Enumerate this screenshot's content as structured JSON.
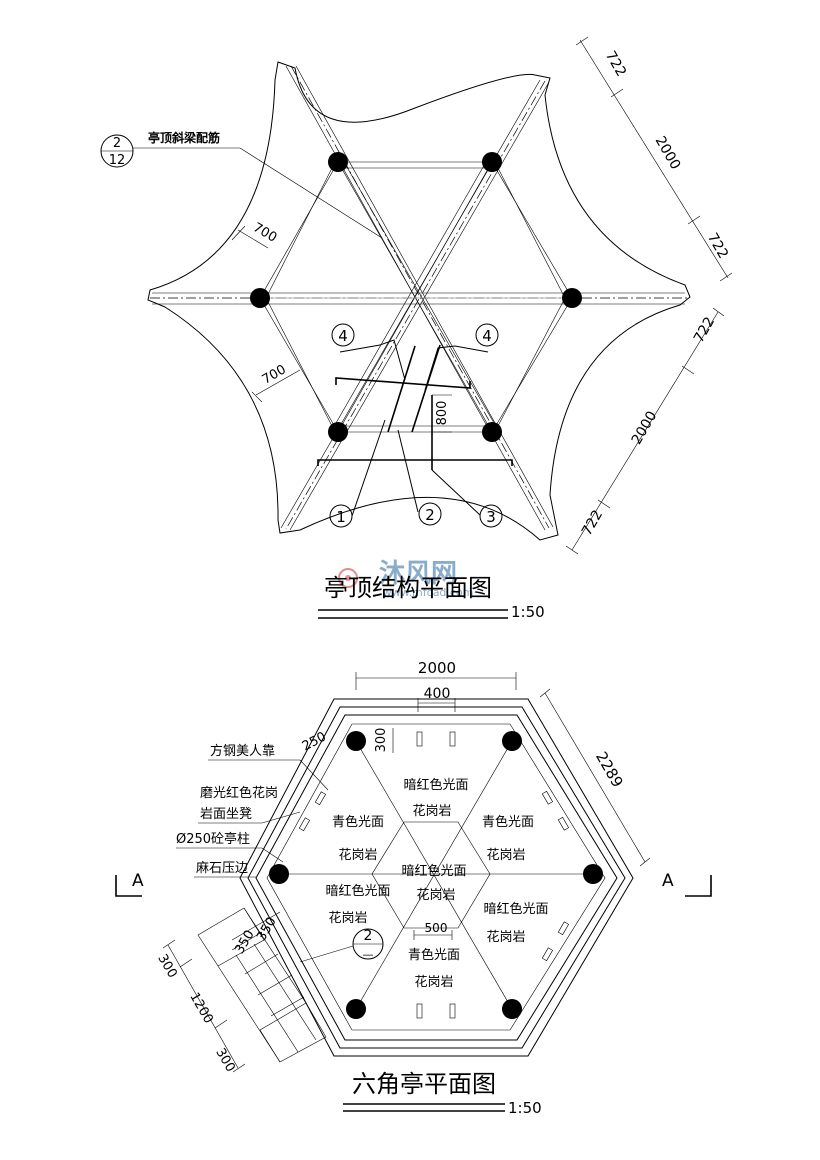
{
  "roof_plan": {
    "title": "亭顶结构平面图",
    "scale": "1:50",
    "callout_beam_label": "亭顶斜梁配筋",
    "callout_beam_num": "2",
    "callout_beam_sheet": "12",
    "dims": {
      "top_right_a": "722",
      "top_right_b": "2000",
      "top_right_c": "722",
      "bottom_right_a": "722",
      "bottom_right_b": "2000",
      "bottom_right_c": "722",
      "left_upper": "700",
      "left_lower": "700",
      "center_vertical": "800"
    },
    "markers": [
      "1",
      "2",
      "3",
      "4",
      "4"
    ]
  },
  "pavilion_plan": {
    "title": "六角亭平面图",
    "scale": "1:50",
    "dims": {
      "top_width": "2000",
      "top_inner": "400",
      "right_side": "2289",
      "left_250": "250",
      "left_300": "300",
      "center_500": "500",
      "step_350a": "350",
      "step_350b": "350",
      "step_300a": "300",
      "step_1200": "1200",
      "step_300b": "300"
    },
    "labels": {
      "bench_back": "方钢美人靠",
      "bench_seat_1": "磨光红色花岗",
      "bench_seat_2": "岩面坐凳",
      "column": "Ø250砼亭柱",
      "edge": "麻石压边"
    },
    "materials": {
      "top_center_1": "暗红色光面",
      "top_center_2": "花岗岩",
      "top_left_1": "青色光面",
      "top_left_2": "花岗岩",
      "top_right_1": "青色光面",
      "top_right_2": "花岗岩",
      "center_1": "暗红色光面",
      "center_2": "花岗岩",
      "bottom_left_1": "暗红色光面",
      "bottom_left_2": "花岗岩",
      "bottom_right_1": "暗红色光面",
      "bottom_right_2": "花岗岩",
      "bottom_center_1": "青色光面",
      "bottom_center_2": "花岗岩"
    },
    "section_mark_left": "A",
    "section_mark_right": "A",
    "detail_num": "2",
    "detail_sheet": "—"
  },
  "watermark": {
    "brand": "沐风网",
    "url": "www.mfcad.com"
  }
}
